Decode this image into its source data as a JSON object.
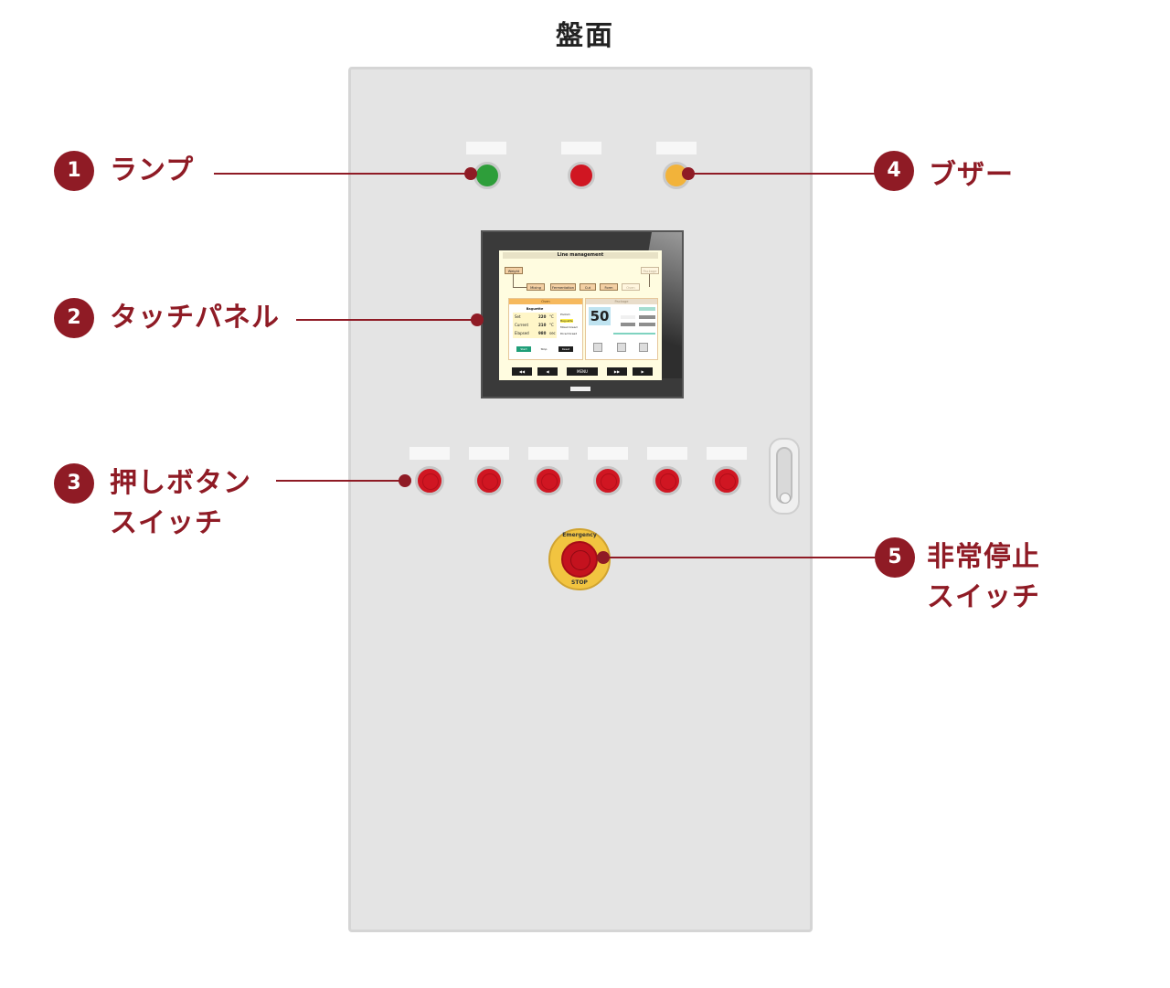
{
  "title": "盤面",
  "colors": {
    "accent": "#8f1b25",
    "cabinet": "#e4e4e4",
    "lamp_green": "#2e9e3a",
    "lamp_red": "#d01622",
    "lamp_yellow": "#f2b33a",
    "estop_ring": "#f2c440"
  },
  "callouts": [
    {
      "num": "1",
      "label": "ランプ"
    },
    {
      "num": "2",
      "label": "タッチパネル"
    },
    {
      "num": "3",
      "label_line1": "押しボタン",
      "label_line2": "スイッチ"
    },
    {
      "num": "4",
      "label": "ブザー"
    },
    {
      "num": "5",
      "label_line1": "非常停止",
      "label_line2": "スイッチ"
    }
  ],
  "hmi": {
    "screen_title": "Line management",
    "flow": {
      "weight": "Weight",
      "package": "Package",
      "mixing": "Mixing",
      "fermentation": "Fermentation",
      "cut": "Cut",
      "form": "Form",
      "oven": "Oven"
    },
    "oven_panel": {
      "header": "Oven",
      "subheader": "Baguette",
      "rows": [
        {
          "label": "Set",
          "value": "220",
          "unit": "°C"
        },
        {
          "label": "Current",
          "value": "210",
          "unit": "°C"
        },
        {
          "label": "Elapsed",
          "value": "980",
          "unit": "sec"
        }
      ],
      "side_items": [
        "Poolish",
        "Baguette",
        "Mixed bread",
        "Diced bread"
      ],
      "buttons": [
        "Start",
        "Stop",
        "Reset"
      ]
    },
    "package_panel": {
      "header": "Package",
      "big_value": "50"
    },
    "nav": [
      "◀◀",
      "◀",
      "MENU",
      "▶▶",
      "▶"
    ]
  },
  "estop": {
    "top_text": "Emergency",
    "bottom_text": "STOP"
  }
}
